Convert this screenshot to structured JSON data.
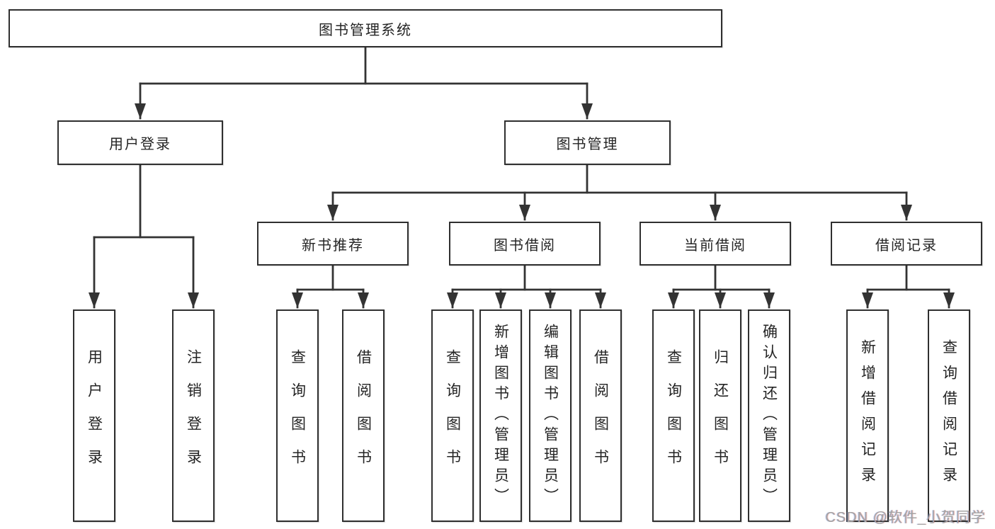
{
  "diagram": {
    "title": "图书管理系统",
    "colors": {
      "line": "#333333",
      "border": "#2f2f2f",
      "text": "#242424",
      "background": "#ffffff",
      "watermark": "#a3a3a3"
    },
    "nodes": {
      "root": "图书管理系统",
      "user_login": "用户登录",
      "book_mgmt": "图书管理",
      "new_books": "新书推荐",
      "book_borrow": "图书借阅",
      "current_borrow": "当前借阅",
      "borrow_records": "借阅记录",
      "leaf_user_login": "用户登录",
      "leaf_logout": "注销登录",
      "leaf_nb_query": "查询图书",
      "leaf_nb_borrow": "借阅图书",
      "leaf_bw_query": "查询图书",
      "leaf_bw_add": "新增图书（管理员）",
      "leaf_bw_edit": "编辑图书（管理员）",
      "leaf_bw_borrow": "借阅图书",
      "leaf_cur_query": "查询图书",
      "leaf_cur_return": "归还图书",
      "leaf_cur_confirm": "确认归还（管理员）",
      "leaf_rec_add": "新增借阅记录",
      "leaf_rec_query": "查询借阅记录"
    }
  },
  "watermark": {
    "text": "CSDN @软件_小贺同学"
  }
}
